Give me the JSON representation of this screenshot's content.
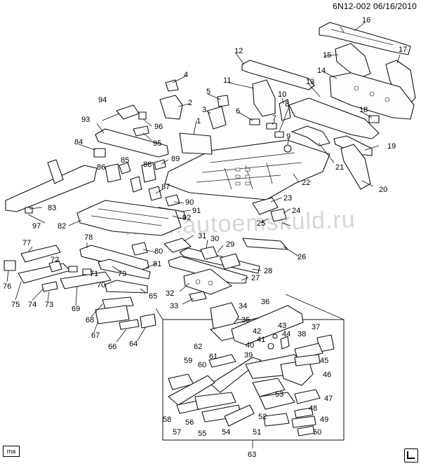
{
  "header": {
    "code": "6N12-002  06/16/2010"
  },
  "watermark": {
    "text": "www.autoemskuld.ru"
  },
  "corner": {
    "mark": "ma"
  },
  "inset": {
    "label": "63"
  },
  "callouts": [
    "1",
    "2",
    "3",
    "4",
    "5",
    "6",
    "7",
    "8",
    "9",
    "10",
    "11",
    "12",
    "13",
    "14",
    "15",
    "16",
    "17",
    "18",
    "19",
    "20",
    "21",
    "22",
    "23",
    "24",
    "25",
    "26",
    "27",
    "28",
    "29",
    "30",
    "31",
    "32",
    "33",
    "34",
    "35",
    "36",
    "37",
    "38",
    "39",
    "40",
    "41",
    "42",
    "43",
    "44",
    "45",
    "46",
    "47",
    "48",
    "49",
    "50",
    "51",
    "52",
    "53",
    "54",
    "55",
    "56",
    "57",
    "58",
    "59",
    "60",
    "61",
    "62",
    "64",
    "65",
    "66",
    "67",
    "68",
    "69",
    "70",
    "71",
    "72",
    "73",
    "74",
    "75",
    "76",
    "77",
    "78",
    "79",
    "80",
    "81",
    "82",
    "83",
    "84",
    "85",
    "86",
    "87",
    "88",
    "89",
    "90",
    "91",
    "92",
    "93",
    "94",
    "95",
    "96",
    "97"
  ]
}
